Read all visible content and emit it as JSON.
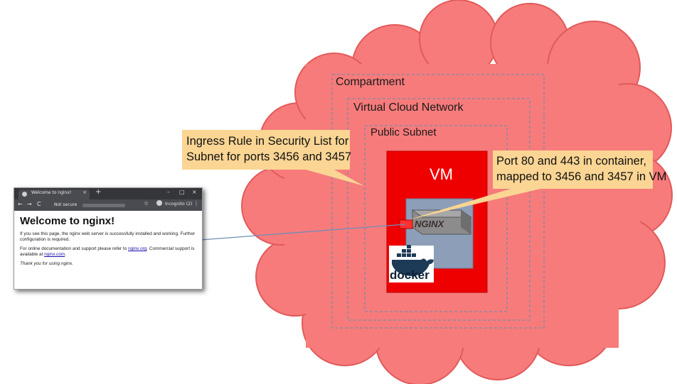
{
  "labels": {
    "compartment": "Compartment",
    "vcn": "Virtual Cloud Network",
    "subnet": "Public Subnet",
    "vm": "VM"
  },
  "callouts": {
    "ingress": [
      "Ingress Rule in Security List for",
      "Subnet for ports 3456 and 3457"
    ],
    "ports": [
      "Port 80 and 443 in container,",
      "mapped to 3456 and 3457 in VM"
    ]
  },
  "logos": {
    "docker": "docker",
    "nginx": "NGINX"
  },
  "browser": {
    "tab_title": "Welcome to nginx!",
    "tab_close": "×",
    "new_tab": "+",
    "minimize": "–",
    "maximize": "□",
    "close": "×",
    "back": "←",
    "forward": "→",
    "reload": "C",
    "address_prefix": "Not secure",
    "star": "☆",
    "incognito": "Incognito (2)",
    "menu": "⋮",
    "heading": "Welcome to nginx!",
    "para1": "If you see this page, the nginx web server is successfully installed and working. Further configuration is required.",
    "para2_pre": "For online documentation and support please refer to ",
    "para2_link1": "nginx.org",
    "para2_mid": ". Commercial support is available at ",
    "para2_link2": "nginx.com",
    "para2_post": ".",
    "thanks": "Thank you for using nginx."
  },
  "colors": {
    "cloud": "#f77b7b",
    "vm_red": "#ee0000",
    "callout_fill": "#fad593",
    "container_grey": "#8d9eb9",
    "dashed_border": "#7a8ca6"
  }
}
